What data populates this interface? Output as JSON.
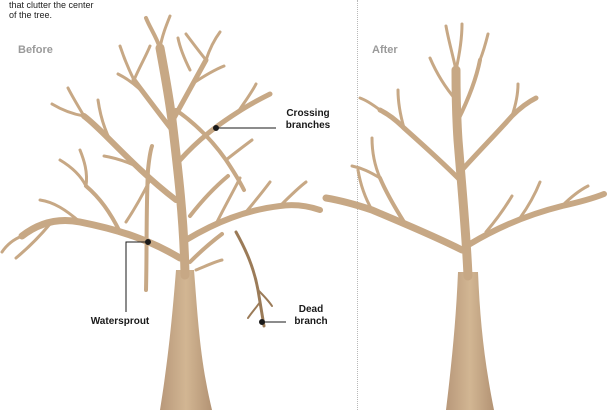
{
  "intro": {
    "line_partial": "that clutter the center",
    "line_last": "of the tree."
  },
  "panels": {
    "before": {
      "title": "Before"
    },
    "after": {
      "title": "After"
    }
  },
  "callouts": {
    "crossing": {
      "line1": "Crossing",
      "line2": "branches"
    },
    "watersprout": {
      "label": "Watersprout"
    },
    "dead": {
      "line1": "Dead",
      "line2": "branch"
    }
  },
  "colors": {
    "bark": "#c7a885",
    "bark_shadow": "#a88764",
    "dead_wood": "#9b7b58",
    "leader_line": "#1a1a1a"
  }
}
